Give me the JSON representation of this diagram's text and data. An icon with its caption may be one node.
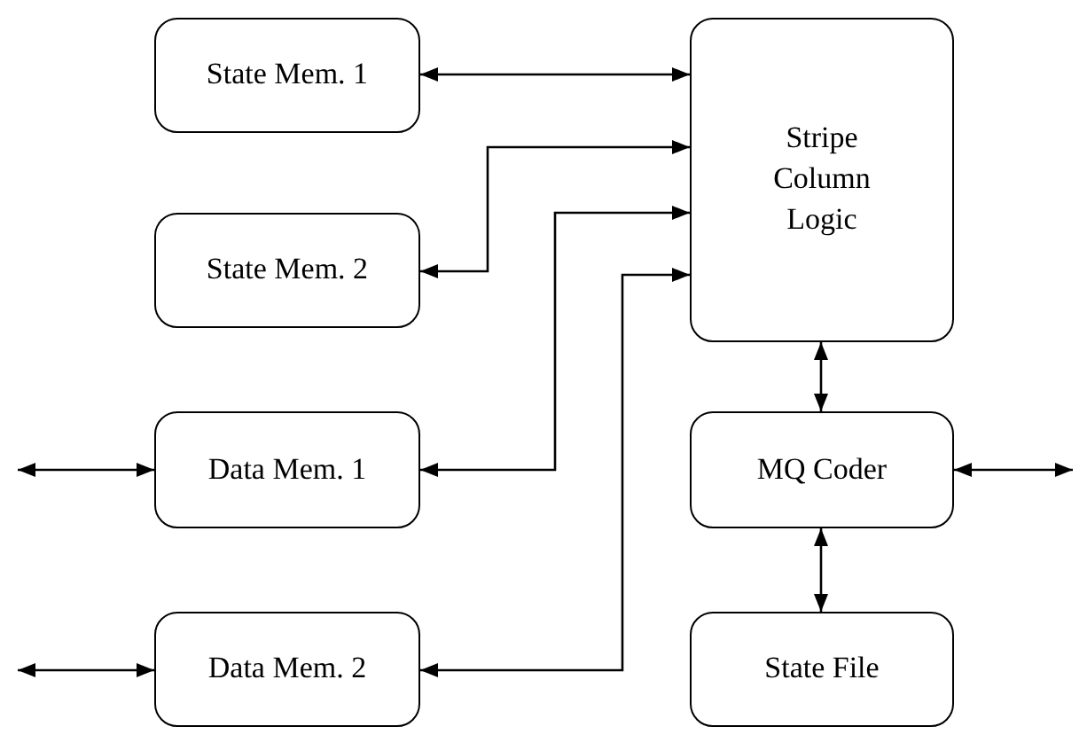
{
  "diagram": {
    "nodes": [
      {
        "text": [
          "State Mem. 1"
        ]
      },
      {
        "text": [
          "State Mem. 2"
        ]
      },
      {
        "text": [
          "Data Mem. 1"
        ]
      },
      {
        "text": [
          "Data Mem. 2"
        ]
      },
      {
        "text": [
          "Stripe Column Logic"
        ]
      },
      {
        "text": [
          "MQ Coder"
        ]
      },
      {
        "text": [
          "State File"
        ]
      }
    ],
    "edges": [
      {
        "from": 0,
        "to": 4,
        "arrow": "both"
      },
      {
        "from": 1,
        "to": 4,
        "arrow": "both"
      },
      {
        "from": 2,
        "to": 4,
        "arrow": "both"
      },
      {
        "from": 3,
        "to": 4,
        "arrow": "both"
      },
      {
        "from": 4,
        "to": 5,
        "arrow": "both"
      },
      {
        "from": 5,
        "to": 6,
        "arrow": "both"
      },
      {
        "from": null,
        "to": 2,
        "arrow": "both"
      },
      {
        "from": null,
        "to": 3,
        "arrow": "both"
      },
      {
        "from": 5,
        "to": null,
        "arrow": "both"
      }
    ]
  }
}
